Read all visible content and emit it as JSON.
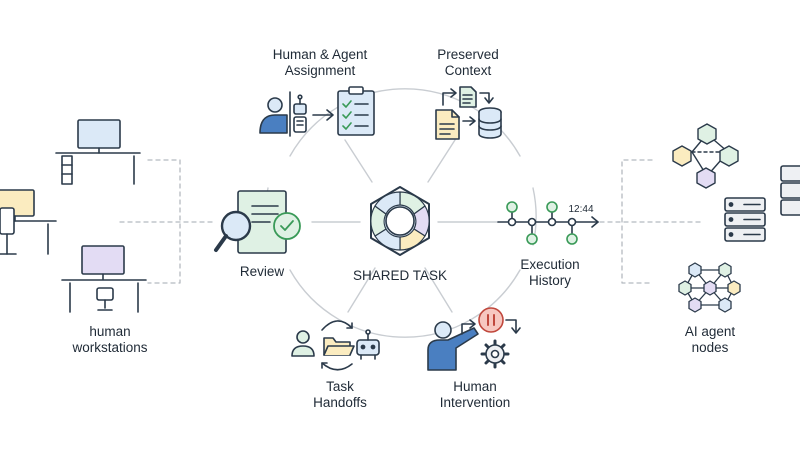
{
  "left_group": {
    "label_line1": "human",
    "label_line2": "workstations"
  },
  "right_group": {
    "label_line1": "AI agent",
    "label_line2": "nodes"
  },
  "center": {
    "label": "SHARED TASK"
  },
  "nodes": {
    "assignment": {
      "line1": "Human & Agent",
      "line2": "Assignment"
    },
    "context": {
      "line1": "Preserved",
      "line2": "Context"
    },
    "review": {
      "label": "Review"
    },
    "history": {
      "line1": "Execution",
      "line2": "History",
      "timestamp": "12:44"
    },
    "handoffs": {
      "line1": "Task",
      "line2": "Handoffs"
    },
    "intervention": {
      "line1": "Human",
      "line2": "Intervention"
    }
  },
  "icons": [
    "desktop-monitor-icon",
    "robot-icon",
    "checklist-icon",
    "document-icon",
    "database-icon",
    "magnifier-icon",
    "check-circle-icon",
    "aperture-logo-icon",
    "timeline-icon",
    "person-icon",
    "folder-icon",
    "pause-icon",
    "gear-icon",
    "cube-network-icon",
    "server-icon"
  ],
  "colors": {
    "line": "#c9cdd2",
    "stroke": "#2b3a4a",
    "blue": "#dbe9f7",
    "green": "#dff1e4",
    "yellow": "#fbecc0",
    "purple": "#e3dcf4",
    "accent_blue": "#4a7fc1",
    "accent_green": "#3a9a58"
  }
}
